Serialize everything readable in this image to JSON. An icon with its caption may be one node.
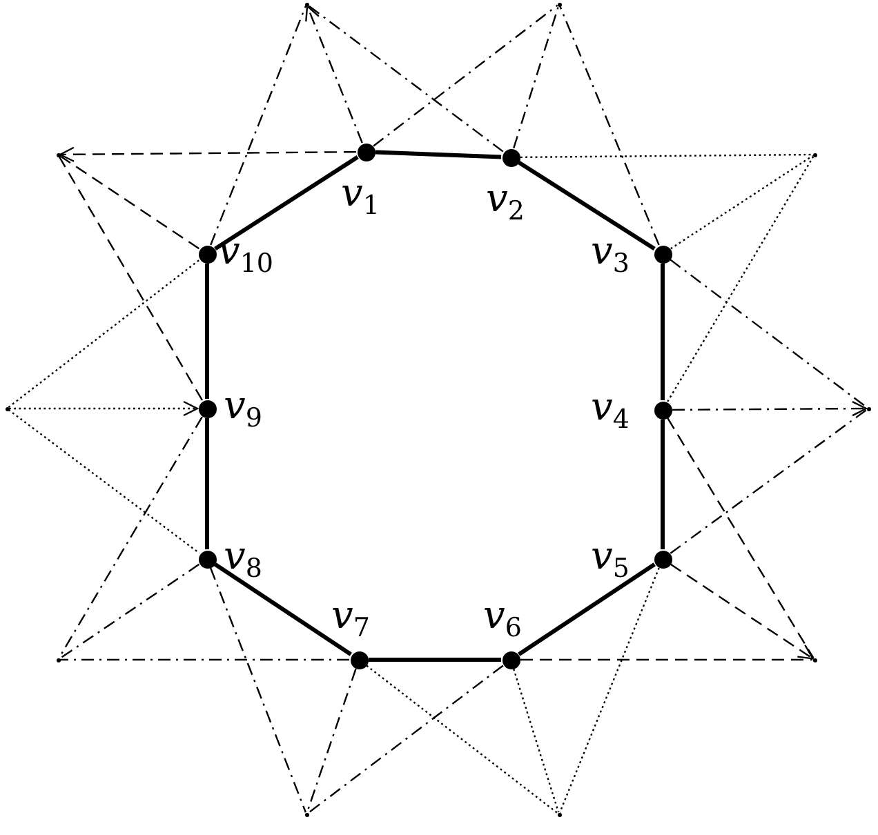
{
  "diagram": {
    "nodes": [
      {
        "text": [
          "*v*$_{1}$"
        ]
      },
      {
        "text": [
          "*v*$_{2}$"
        ]
      },
      {
        "text": [
          "*v*$_{3}$"
        ]
      },
      {
        "text": [
          "*v*$_{4}$"
        ]
      },
      {
        "text": [
          "*v*$_{5}$"
        ]
      },
      {
        "text": [
          "*v*$_{6}$"
        ]
      },
      {
        "text": [
          "*v*$_{7}$"
        ]
      },
      {
        "text": [
          "*v*$_{8}$"
        ]
      },
      {
        "text": [
          "*v*$_{9}$"
        ]
      },
      {
        "text": [
          "*v*$_{10}$"
        ]
      },
      {
        "text": [],
        "shape": "point"
      },
      {
        "text": [],
        "shape": "point"
      },
      {
        "text": [],
        "shape": "point"
      },
      {
        "text": [],
        "shape": "point"
      },
      {
        "text": [],
        "shape": "point"
      },
      {
        "text": [],
        "shape": "point"
      },
      {
        "text": [],
        "shape": "point"
      },
      {
        "text": [],
        "shape": "point"
      },
      {
        "text": [],
        "shape": "point"
      },
      {
        "text": [],
        "shape": "point"
      }
    ],
    "edges": [
      {
        "from": 0,
        "to": 1,
        "arrow": "none",
        "style": "thick"
      },
      {
        "from": 1,
        "to": 2,
        "arrow": "none",
        "style": "thick"
      },
      {
        "from": 2,
        "to": 3,
        "arrow": "none",
        "style": "thick"
      },
      {
        "from": 3,
        "to": 4,
        "arrow": "none",
        "style": "thick"
      },
      {
        "from": 4,
        "to": 5,
        "arrow": "none",
        "style": "thick"
      },
      {
        "from": 5,
        "to": 6,
        "arrow": "none",
        "style": "thick"
      },
      {
        "from": 6,
        "to": 7,
        "arrow": "none",
        "style": "thick"
      },
      {
        "from": 7,
        "to": 8,
        "arrow": "none",
        "style": "thick"
      },
      {
        "from": 8,
        "to": 9,
        "arrow": "none",
        "style": "thick"
      },
      {
        "from": 9,
        "to": 0,
        "arrow": "none",
        "style": "thick"
      },
      {
        "from": 9,
        "to": 10,
        "arrow": "none",
        "style": "dashed"
      },
      {
        "from": 0,
        "to": 10,
        "arrow": "to",
        "style": "dashed"
      },
      {
        "from": 1,
        "to": 10,
        "arrow": "none",
        "style": "dashed"
      },
      {
        "from": 0,
        "to": 11,
        "arrow": "none",
        "style": "dashed"
      },
      {
        "from": 1,
        "to": 11,
        "arrow": "none",
        "style": "dashed"
      },
      {
        "from": 2,
        "to": 11,
        "arrow": "none",
        "style": "dashed"
      },
      {
        "from": 0,
        "to": 12,
        "arrow": "to",
        "style": "dashed"
      },
      {
        "from": 9,
        "to": 12,
        "arrow": "none",
        "style": "dashed"
      },
      {
        "from": 8,
        "to": 12,
        "arrow": "none",
        "style": "dashed"
      },
      {
        "from": 1,
        "to": 13,
        "arrow": "none",
        "style": "dashed"
      },
      {
        "from": 2,
        "to": 13,
        "arrow": "none",
        "style": "dashed"
      },
      {
        "from": 3,
        "to": 13,
        "arrow": "none",
        "style": "dashed"
      },
      {
        "from": 14,
        "to": 8,
        "arrow": "to",
        "style": "dashed"
      },
      {
        "from": 14,
        "to": 9,
        "arrow": "none",
        "style": "dashed"
      },
      {
        "from": 14,
        "to": 7,
        "arrow": "none",
        "style": "dashed"
      },
      {
        "from": 3,
        "to": 15,
        "arrow": "to",
        "style": "dashed"
      },
      {
        "from": 2,
        "to": 15,
        "arrow": "none",
        "style": "dashed"
      },
      {
        "from": 4,
        "to": 15,
        "arrow": "none",
        "style": "dashed"
      },
      {
        "from": 6,
        "to": 16,
        "arrow": "none",
        "style": "dashed"
      },
      {
        "from": 7,
        "to": 16,
        "arrow": "none",
        "style": "dashed"
      },
      {
        "from": 8,
        "to": 16,
        "arrow": "none",
        "style": "dashed"
      },
      {
        "from": 4,
        "to": 17,
        "arrow": "to",
        "style": "dashed"
      },
      {
        "from": 3,
        "to": 17,
        "arrow": "none",
        "style": "dashed"
      },
      {
        "from": 5,
        "to": 17,
        "arrow": "none",
        "style": "dashed"
      },
      {
        "from": 5,
        "to": 18,
        "arrow": "none",
        "style": "dashed"
      },
      {
        "from": 6,
        "to": 18,
        "arrow": "none",
        "style": "dashed"
      },
      {
        "from": 7,
        "to": 18,
        "arrow": "none",
        "style": "dashed"
      },
      {
        "from": 4,
        "to": 19,
        "arrow": "none",
        "style": "dashed"
      },
      {
        "from": 5,
        "to": 19,
        "arrow": "none",
        "style": "dashed"
      },
      {
        "from": 6,
        "to": 19,
        "arrow": "none",
        "style": "dashed"
      }
    ]
  }
}
